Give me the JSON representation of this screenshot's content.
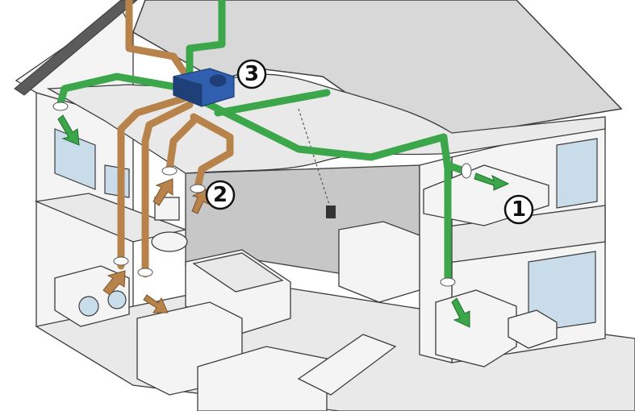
{
  "colors": {
    "background": "#ffffff",
    "roof": "#d8d8d8",
    "roof_edge": "#5b5b5b",
    "wall": "#f4f4f4",
    "wall_side": "#c7c7c7",
    "floor": "#e9e9e9",
    "outline": "#3d3d3d",
    "window": "#c9dcea",
    "supply_duct": "#3ca64a",
    "supply_duct_dark": "#1f6f2b",
    "extract_duct": "#b8834a",
    "extract_duct_dark": "#7c5228",
    "unit_body": "#2f5fae",
    "unit_dark": "#1f3f78"
  },
  "icons": {
    "supply_arrow": "green-arrow-icon",
    "extract_arrow": "brown-arrow-icon",
    "ventilation_unit": "heat-recovery-unit-icon"
  },
  "markers": [
    {
      "id": "1",
      "label": "1"
    },
    {
      "id": "2",
      "label": "2"
    },
    {
      "id": "3",
      "label": "3"
    }
  ]
}
